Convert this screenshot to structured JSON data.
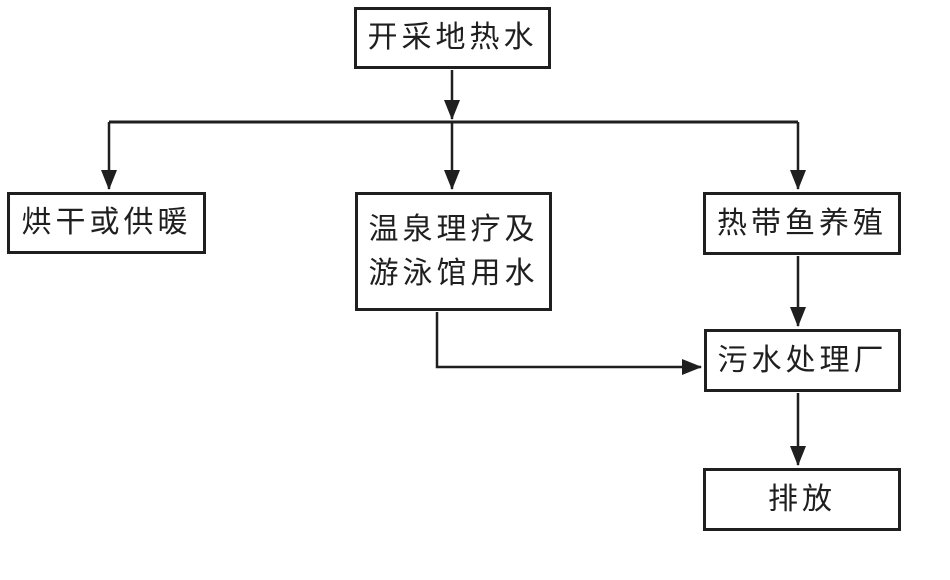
{
  "diagram": {
    "type": "flowchart",
    "background_color": "#ffffff",
    "line_color": "#1f1f1f",
    "text_color": "#1f1f1f",
    "nodes": {
      "extract": {
        "label": "开采地热水"
      },
      "drying": {
        "label": "烘干或供暖"
      },
      "spa": {
        "line1": "温泉理疗及",
        "line2": "游泳馆用水"
      },
      "fish": {
        "label": "热带鱼养殖"
      },
      "sewage": {
        "label": "污水处理厂"
      },
      "discharge": {
        "label": "排放"
      }
    },
    "edges": [
      {
        "from": "开采地热水",
        "to": "烘干或供暖"
      },
      {
        "from": "开采地热水",
        "to": "温泉理疗及游泳馆用水"
      },
      {
        "from": "开采地热水",
        "to": "热带鱼养殖"
      },
      {
        "from": "温泉理疗及游泳馆用水",
        "to": "污水处理厂"
      },
      {
        "from": "热带鱼养殖",
        "to": "污水处理厂"
      },
      {
        "from": "污水处理厂",
        "to": "排放"
      }
    ]
  }
}
